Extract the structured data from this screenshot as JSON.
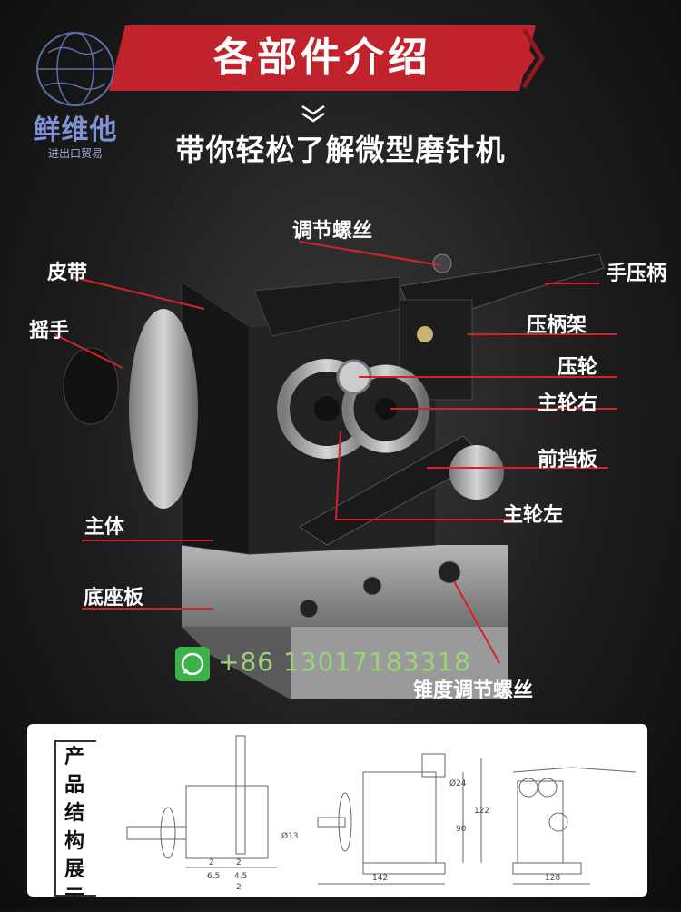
{
  "header": {
    "title": "各部件介绍",
    "subtitle": "带你轻松了解微型磨针机"
  },
  "logo": {
    "name": "鲜维他",
    "tagline": "进出口贸易"
  },
  "callouts": {
    "adjust_screw": "调节螺丝",
    "belt": "皮带",
    "hand_press_handle": "手压柄",
    "crank": "摇手",
    "handle_frame": "压柄架",
    "press_wheel": "压轮",
    "main_wheel_right": "主轮右",
    "front_baffle": "前挡板",
    "main_body": "主体",
    "main_wheel_left": "主轮左",
    "base_plate": "底座板",
    "taper_adjust_screw": "锥度调节螺丝"
  },
  "watermark": {
    "phone": "+86 13017183318"
  },
  "structure": {
    "label": "产品结构展示",
    "dims": {
      "d13": "Ø13",
      "d24": "Ø24",
      "h90": "90",
      "h122": "122",
      "w142": "142",
      "w128": "128",
      "a2": "2",
      "a65": "6.5",
      "a2b": "2",
      "a45": "4.5",
      "a2c": "2"
    }
  },
  "colors": {
    "banner_red": "#c0232b",
    "background": "#1c1c1c",
    "logo_blue": "#7f93d6",
    "callout_red": "#d8202a"
  }
}
